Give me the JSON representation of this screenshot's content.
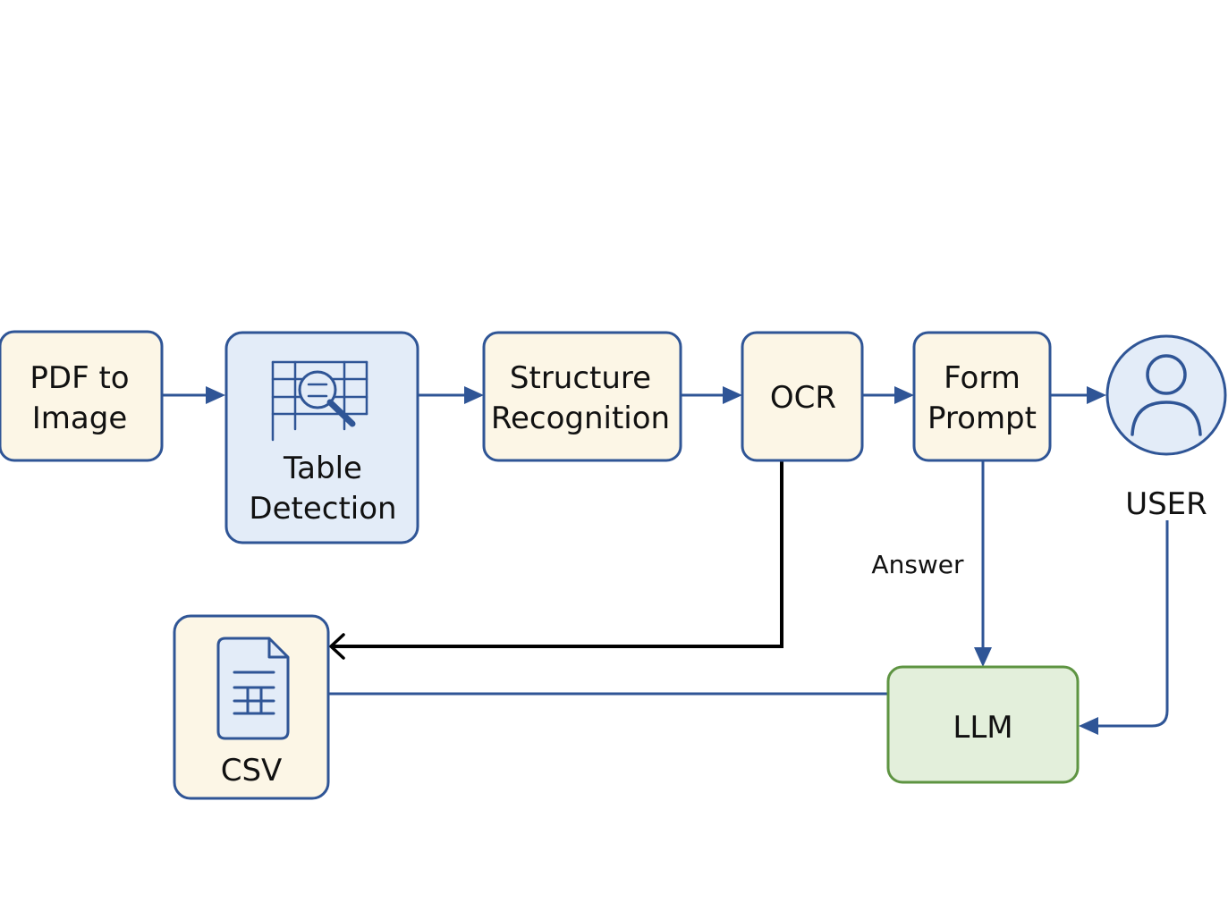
{
  "colors": {
    "edge": "#2f5596",
    "box_border": "#2f5596",
    "cream_fill": "#fcf6e6",
    "blue_fill": "#e3ecf8",
    "green_fill": "#e3efdb",
    "green_border": "#5e9442",
    "black_edge": "#000000"
  },
  "nodes": {
    "pdf_to_image": {
      "line1": "PDF to",
      "line2": "Image"
    },
    "table_detection": {
      "line1": "Table",
      "line2": "Detection",
      "icon": "table-search-icon"
    },
    "structure_recognition": {
      "line1": "Structure",
      "line2": "Recognition"
    },
    "ocr": {
      "label": "OCR"
    },
    "form_prompt": {
      "line1": "Form",
      "line2": "Prompt"
    },
    "user": {
      "label": "USER",
      "icon": "user-icon"
    },
    "llm": {
      "label": "LLM"
    },
    "csv": {
      "label": "CSV",
      "icon": "csv-file-icon"
    }
  },
  "edges": [
    {
      "from": "PDF to Image",
      "to": "Table Detection"
    },
    {
      "from": "Table Detection",
      "to": "Structure Recognition"
    },
    {
      "from": "Structure Recognition",
      "to": "OCR"
    },
    {
      "from": "OCR",
      "to": "Form Prompt"
    },
    {
      "from": "Form Prompt",
      "to": "USER"
    },
    {
      "from": "Form Prompt",
      "to": "LLM",
      "label": "Answer"
    },
    {
      "from": "USER",
      "to": "LLM"
    },
    {
      "from": "OCR",
      "to": "CSV"
    },
    {
      "from": "LLM",
      "to": "CSV"
    }
  ],
  "edge_labels": {
    "answer": "Answer"
  }
}
